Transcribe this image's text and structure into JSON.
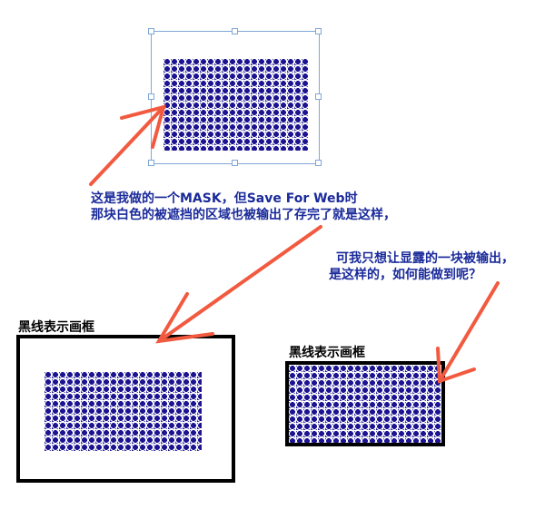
{
  "annotations": {
    "mask_note_line1": "这是我做的一个MASK，但Save For Web时",
    "mask_note_line2": "那块白色的被遮挡的区域也被输出了存完了就是这样，",
    "question_line1": "可我只想让显露的一块被输出，",
    "question_line2": "是这样的，如何能做到呢？"
  },
  "frames": {
    "left_label": "黑线表示画框",
    "right_label": "黑线表示画框"
  },
  "colors": {
    "pattern": "#1c1490",
    "arrow": "#f25a40",
    "note_text": "#1a2a9a",
    "selection": "#7fa6d6"
  }
}
